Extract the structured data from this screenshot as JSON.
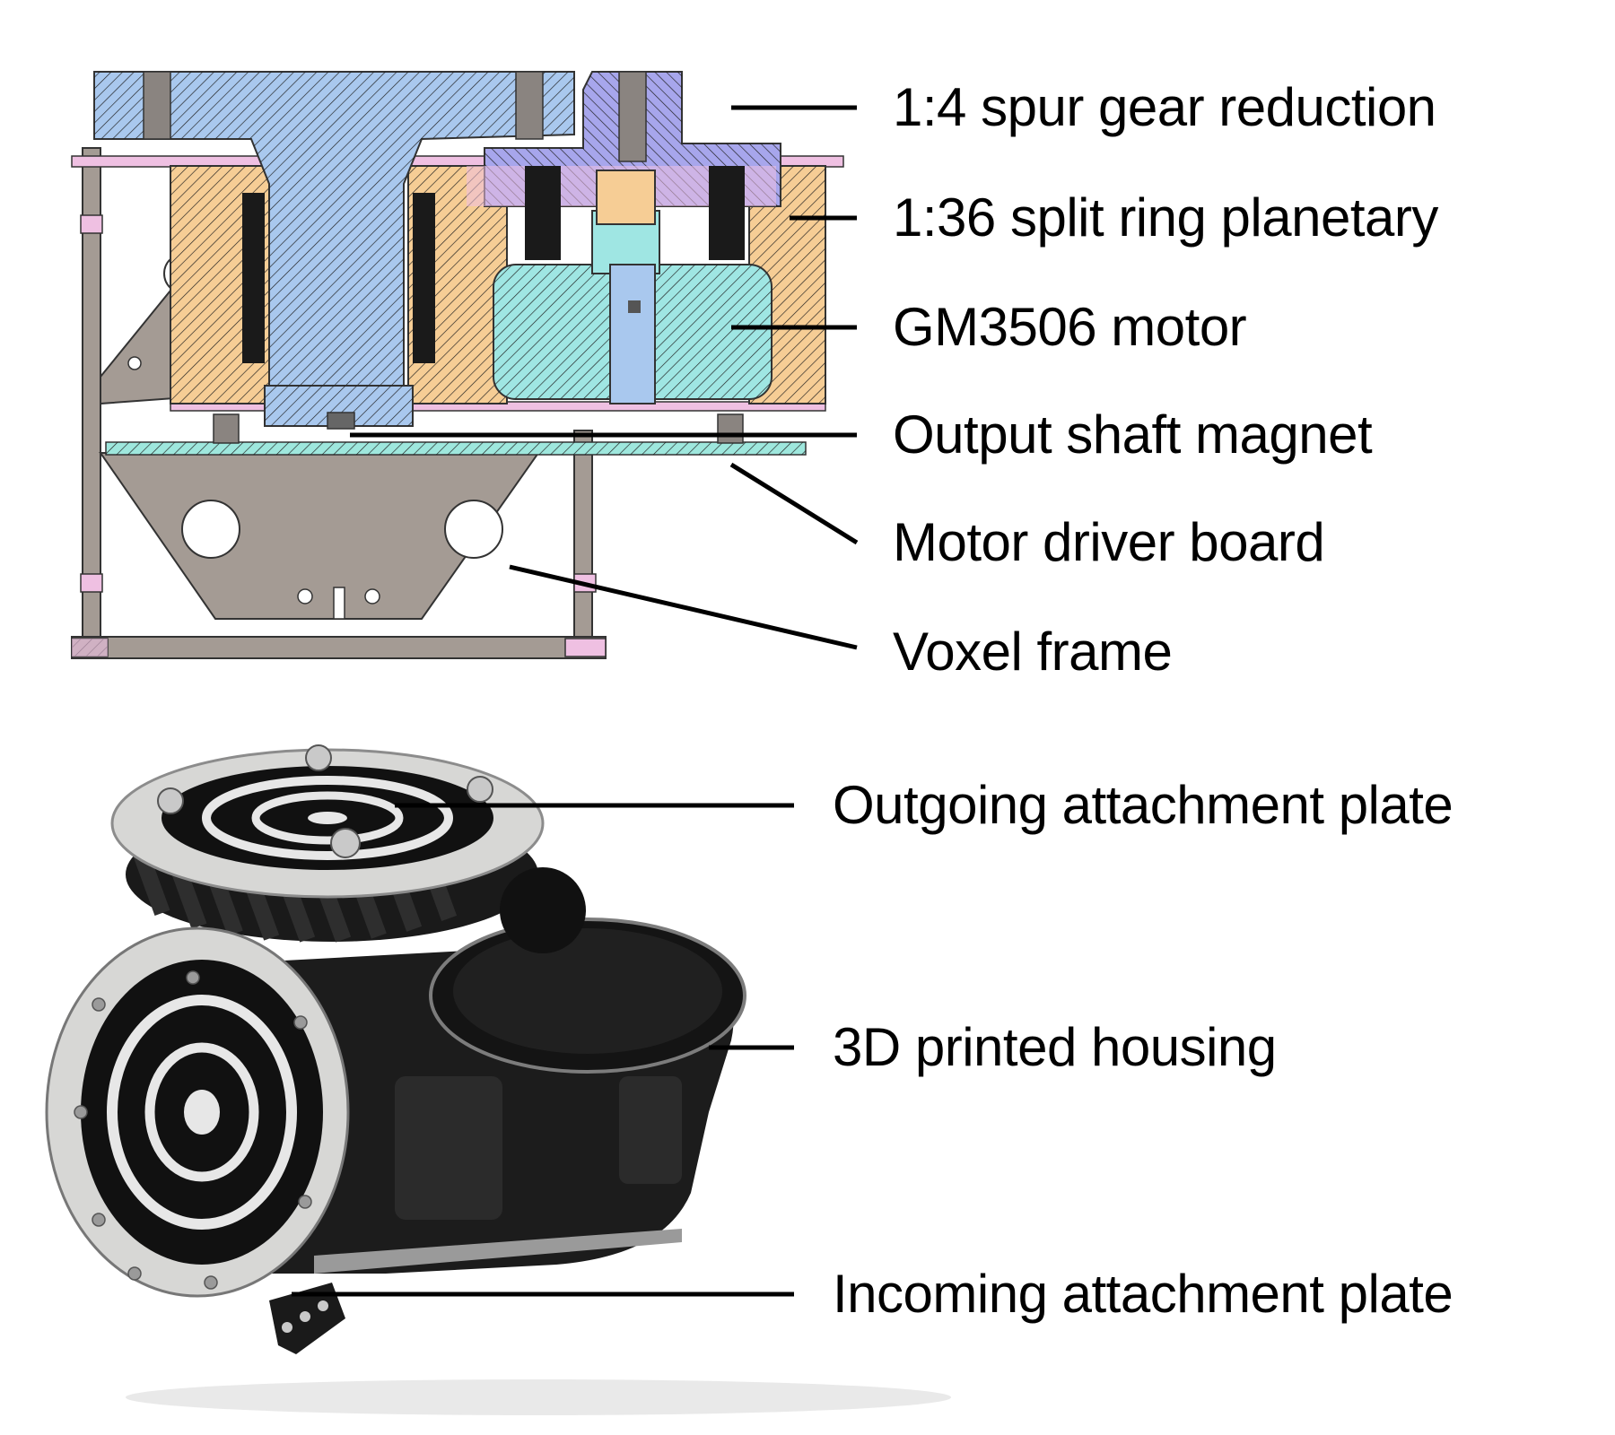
{
  "section_view": {
    "labels": [
      "1:4 spur gear reduction",
      "1:36 split ring planetary",
      "GM3506 motor",
      "Output shaft magnet",
      "Motor driver board",
      "Voxel frame"
    ]
  },
  "photo": {
    "labels": [
      "Outgoing attachment plate",
      "3D printed housing",
      "Incoming attachment plate"
    ]
  },
  "colors": {
    "shaft_blue": "#a9c8ee",
    "gear_purple": "#a7a6ec",
    "housing_orange": "#f6cd95",
    "motor_cyan": "#9fe6e3",
    "plate_pink": "#efc0e2",
    "frame_gray": "#a49b94",
    "pcb_teal": "#9ee7dd",
    "actuator_black": "#1a1a1a"
  }
}
